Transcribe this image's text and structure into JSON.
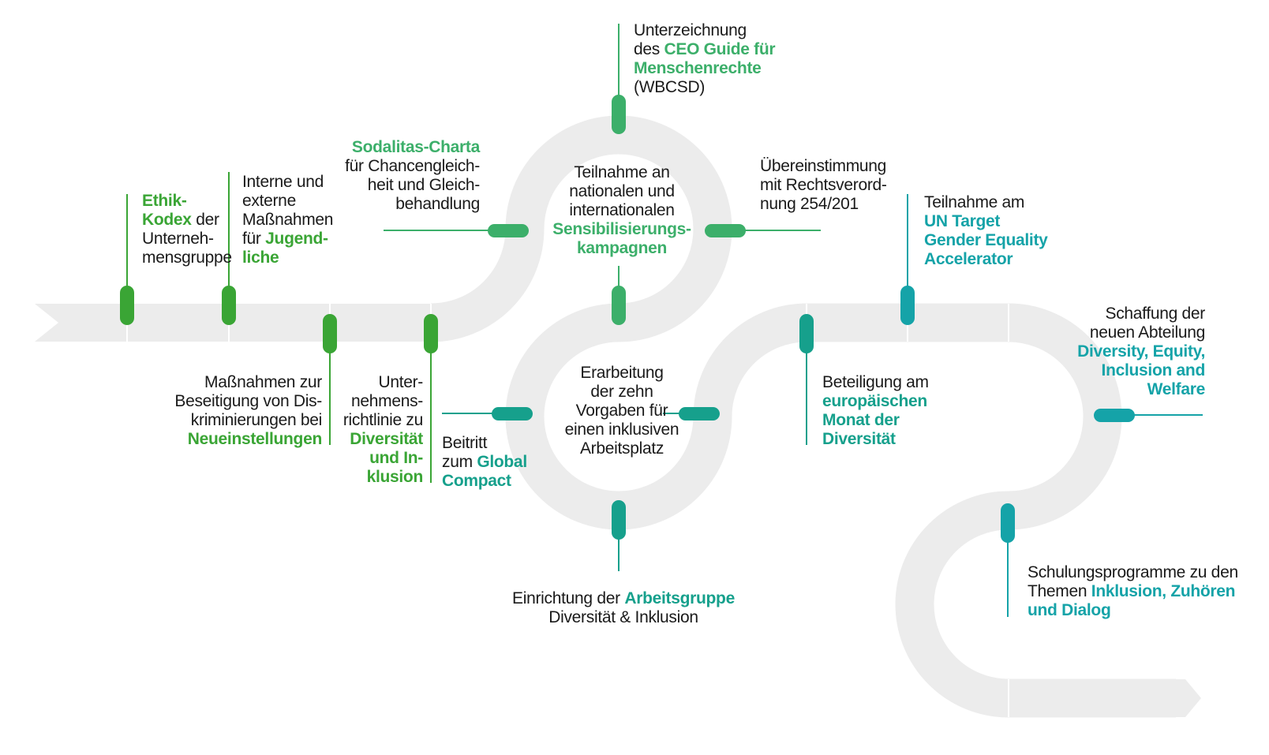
{
  "colors": {
    "road": "#ececec",
    "road_tick": "#ffffff",
    "green": "#3aa535",
    "green_mid": "#3caf6a",
    "teal": "#16a08c",
    "teal_dark": "#15a3a8",
    "text": "#1a1a1a"
  },
  "milestones": [
    {
      "id": "ethik-kodex",
      "color": "green",
      "lines": [
        [
          {
            "t": "Ethik-",
            "h": true
          }
        ],
        [
          {
            "t": "Kodex",
            "h": true
          },
          {
            "t": " der"
          }
        ],
        [
          {
            "t": "Unterneh-"
          }
        ],
        [
          {
            "t": "mensgruppe"
          }
        ]
      ]
    },
    {
      "id": "jugendliche",
      "color": "green",
      "lines": [
        [
          {
            "t": "Interne und"
          }
        ],
        [
          {
            "t": "externe"
          }
        ],
        [
          {
            "t": "Maßnahmen"
          }
        ],
        [
          {
            "t": "für "
          },
          {
            "t": "Jugend-",
            "h": true
          }
        ],
        [
          {
            "t": "liche",
            "h": true
          }
        ]
      ]
    },
    {
      "id": "neueinstellungen",
      "color": "green",
      "lines": [
        [
          {
            "t": "Maßnahmen zur"
          }
        ],
        [
          {
            "t": "Beseitigung von Dis-"
          }
        ],
        [
          {
            "t": "kriminierungen bei"
          }
        ],
        [
          {
            "t": "Neueinstellungen",
            "h": true
          }
        ]
      ]
    },
    {
      "id": "richtlinie",
      "color": "green",
      "lines": [
        [
          {
            "t": "Unter-"
          }
        ],
        [
          {
            "t": "nehmens-"
          }
        ],
        [
          {
            "t": "richtlinie zu"
          }
        ],
        [
          {
            "t": "Diversität",
            "h": true
          }
        ],
        [
          {
            "t": "und In-",
            "h": true
          }
        ],
        [
          {
            "t": "klusion",
            "h": true
          }
        ]
      ]
    },
    {
      "id": "sodalitas",
      "color": "green_mid",
      "lines": [
        [
          {
            "t": "Sodalitas-Charta",
            "h": true
          }
        ],
        [
          {
            "t": "für Chancengleich-"
          }
        ],
        [
          {
            "t": "heit und Gleich-"
          }
        ],
        [
          {
            "t": "behandlung"
          }
        ]
      ]
    },
    {
      "id": "global-compact",
      "color": "teal",
      "lines": [
        [
          {
            "t": "Beitritt"
          }
        ],
        [
          {
            "t": "zum "
          },
          {
            "t": "Global",
            "h": true
          }
        ],
        [
          {
            "t": "Compact",
            "h": true
          }
        ]
      ]
    },
    {
      "id": "ceo-guide",
      "color": "green_mid",
      "lines": [
        [
          {
            "t": "Unterzeichnung"
          }
        ],
        [
          {
            "t": "des "
          },
          {
            "t": "CEO Guide für",
            "h": true
          }
        ],
        [
          {
            "t": "Menschenrechte",
            "h": true
          }
        ],
        [
          {
            "t": "(WBCSD)"
          }
        ]
      ]
    },
    {
      "id": "sensibilisierung",
      "color": "green_mid",
      "lines": [
        [
          {
            "t": "Teilnahme an"
          }
        ],
        [
          {
            "t": "nationalen und"
          }
        ],
        [
          {
            "t": "internationalen"
          }
        ],
        [
          {
            "t": "Sensibilisierungs-",
            "h": true
          }
        ],
        [
          {
            "t": "kampagnen",
            "h": true
          }
        ]
      ]
    },
    {
      "id": "rechtsverordnung",
      "color": "green_mid",
      "lines": [
        [
          {
            "t": "Übereinstimmung"
          }
        ],
        [
          {
            "t": "mit Rechtsverord-"
          }
        ],
        [
          {
            "t": "nung 254/201"
          }
        ]
      ]
    },
    {
      "id": "arbeitsplatz",
      "color": "teal",
      "lines": [
        [
          {
            "t": "Erarbeitung"
          }
        ],
        [
          {
            "t": "der zehn"
          }
        ],
        [
          {
            "t": "Vorgaben für"
          }
        ],
        [
          {
            "t": "einen inklusiven"
          }
        ],
        [
          {
            "t": "Arbeitsplatz"
          }
        ]
      ]
    },
    {
      "id": "arbeitsgruppe",
      "color": "teal",
      "lines": [
        [
          {
            "t": "Einrichtung der "
          },
          {
            "t": "Arbeitsgruppe",
            "h": true
          }
        ],
        [
          {
            "t": "Diversität & Inklusion"
          }
        ]
      ]
    },
    {
      "id": "monat-diversitaet",
      "color": "teal",
      "lines": [
        [
          {
            "t": "Beteiligung am"
          }
        ],
        [
          {
            "t": "europäischen",
            "h": true
          }
        ],
        [
          {
            "t": "Monat der",
            "h": true
          }
        ],
        [
          {
            "t": "Diversität",
            "h": true
          }
        ]
      ]
    },
    {
      "id": "gender-equality",
      "color": "teal_dark",
      "lines": [
        [
          {
            "t": "Teilnahme am"
          }
        ],
        [
          {
            "t": "UN Target",
            "h": true
          }
        ],
        [
          {
            "t": "Gender Equality",
            "h": true
          }
        ],
        [
          {
            "t": "Accelerator",
            "h": true
          }
        ]
      ]
    },
    {
      "id": "neue-abteilung",
      "color": "teal_dark",
      "lines": [
        [
          {
            "t": "Schaffung der"
          }
        ],
        [
          {
            "t": "neuen Abteilung"
          }
        ],
        [
          {
            "t": "Diversity, Equity,",
            "h": true
          }
        ],
        [
          {
            "t": "Inclusion and",
            "h": true
          }
        ],
        [
          {
            "t": "Welfare",
            "h": true
          }
        ]
      ]
    },
    {
      "id": "schulungen",
      "color": "teal_dark",
      "lines": [
        [
          {
            "t": "Schulungsprogramme zu den"
          }
        ],
        [
          {
            "t": "Themen "
          },
          {
            "t": "Inklusion, Zuhören",
            "h": true
          }
        ],
        [
          {
            "t": "und Dialog",
            "h": true
          }
        ]
      ]
    }
  ]
}
